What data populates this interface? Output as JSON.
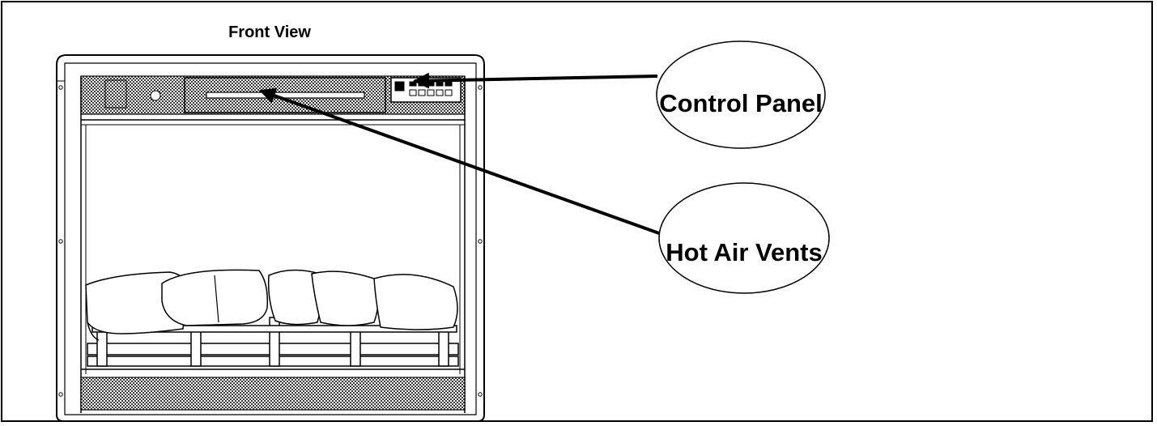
{
  "view_title": "Front View",
  "callouts": {
    "control_panel": "Control Panel",
    "hot_air_vents": "Hot Air Vents"
  },
  "colors": {
    "line": "#000000",
    "background": "#ffffff",
    "vent_fill": "#5a5a5a"
  },
  "icons": [
    "fireplace-drawing",
    "log-set",
    "control-buttons",
    "arrow-icon"
  ]
}
